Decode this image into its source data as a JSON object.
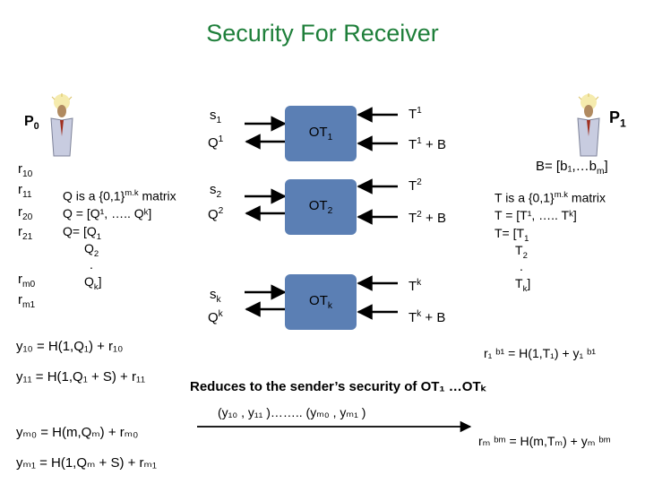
{
  "title": "Security For Receiver",
  "parties": {
    "left": {
      "name": "P",
      "sub": "0"
    },
    "right": {
      "name": "P",
      "sub": "1"
    }
  },
  "left_list": [
    {
      "t": "r",
      "s": "10"
    },
    {
      "t": "r",
      "s": "11"
    },
    {
      "t": "r",
      "s": "20"
    },
    {
      "t": "r",
      "s": "21"
    },
    {
      "t": "r",
      "s": "m0"
    },
    {
      "t": "r",
      "s": "m1"
    }
  ],
  "q_matrix": {
    "line1_pre": "Q is a {0,1}",
    "line1_sup": "m.k",
    "line1_post": "matrix",
    "line2": "Q = [Q¹, ….. Qᵏ]",
    "line3": "Q= [Q",
    "line3_sub": "1",
    "line4": "Q",
    "line4_sub": "2",
    "line5": ".",
    "line6": "Q",
    "line6_sub": "k",
    "line6_post": "]"
  },
  "t_matrix": {
    "b_line": "B= [b₁,…b",
    "b_sub": "m",
    "b_post": "]",
    "line1_pre": "T is a {0,1}",
    "line1_sup": "m.k",
    "line1_post": "matrix",
    "line2": "T = [T¹, ….. Tᵏ]",
    "line3": "T= [T",
    "line3_sub": "1",
    "line4": "T",
    "line4_sub": "2",
    "line5": ".",
    "line6": "T",
    "line6_sub": "k",
    "line6_post": "]"
  },
  "ot_boxes": [
    {
      "label": "OT",
      "sub": "1",
      "s_t": "s",
      "s_sub": "1",
      "q_t": "Q",
      "q_sup": "1",
      "t_t": "T",
      "t_sup": "1",
      "tb_t": "T",
      "tb_sup": "1",
      "tb_post": " + B"
    },
    {
      "label": "OT",
      "sub": "2",
      "s_t": "s",
      "s_sub": "2",
      "q_t": "Q",
      "q_sup": "2",
      "t_t": "T",
      "t_sup": "2",
      "tb_t": "T",
      "tb_sup": "2",
      "tb_post": " + B"
    },
    {
      "label": "OT",
      "sub": "k",
      "s_t": "s",
      "s_sub": "k",
      "q_t": "Q",
      "q_sup": "k",
      "t_t": "T",
      "t_sup": "k",
      "tb_t": "T",
      "tb_sup": "k",
      "tb_post": " + B"
    }
  ],
  "equations": {
    "y10": "y₁₀ = H(1,Q₁) + r₁₀",
    "y11": "y₁₁  = H(1,Q₁ + S) + r₁₁",
    "ym0": "yₘ₀ = H(m,Qₘ) + rₘ₀",
    "ym1": "yₘ₁  = H(1,Qₘ + S) + rₘ₁",
    "r1b1": "r₁ ᵇ¹ = H(1,T₁) + y₁ ᵇ¹",
    "rmbm": "rₘ ᵇᵐ = H(m,Tₘ) + yₘ ᵇᵐ"
  },
  "reduction": {
    "text": "Reduces to the sender’s security of OT₁ …OTₖ",
    "tuple": "(y₁₀ , y₁₁ )…….. (yₘ₀ , yₘ₁ )"
  },
  "colors": {
    "title": "#1e7f3a",
    "box": "#5b7fb4",
    "figure_bulb": "#f2e69a",
    "figure_body": "#8a8fa5"
  }
}
